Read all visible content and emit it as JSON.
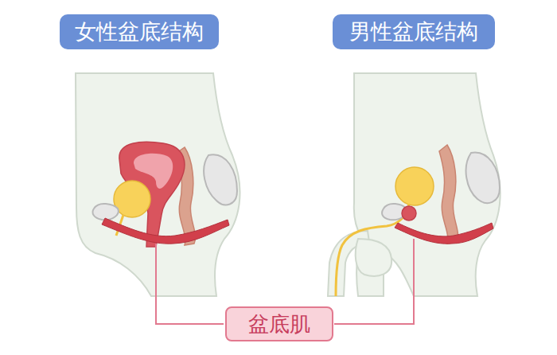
{
  "diagram": {
    "nodes": [
      {
        "text": [
          "女性盆底结构"
        ]
      },
      {
        "text": [
          "男性盆底结构"
        ]
      },
      {
        "text": [
          "盆底肌"
        ]
      }
    ]
  }
}
